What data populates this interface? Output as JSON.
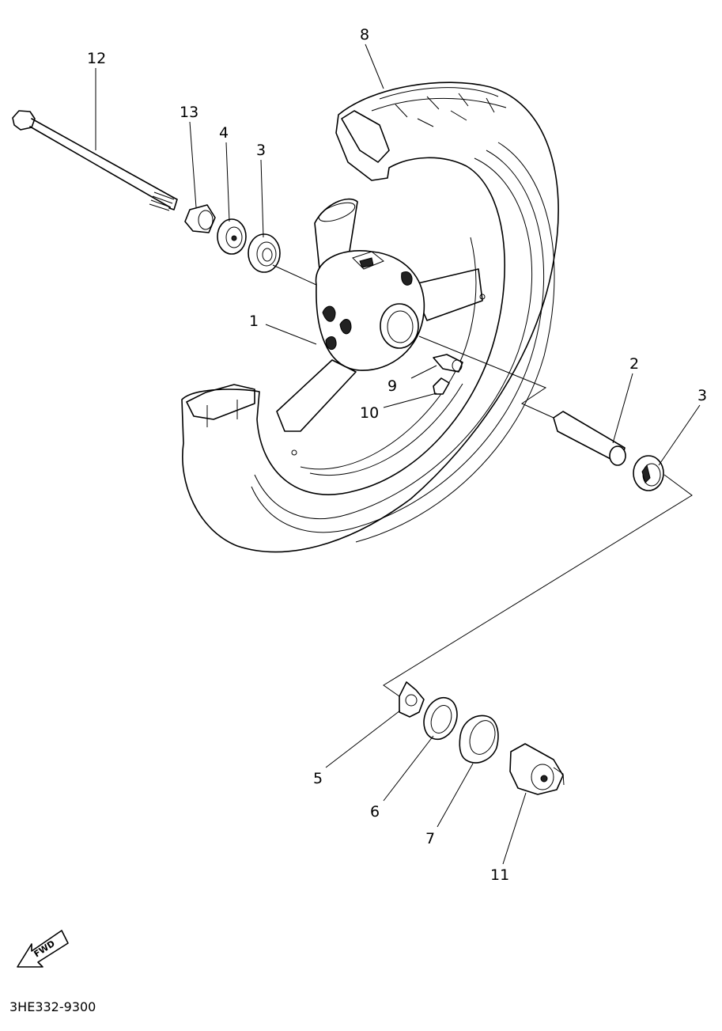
{
  "diagram_code": "3HE332-9300",
  "fwd_label": "FWD",
  "callouts": {
    "c1": "1",
    "c2": "2",
    "c3a": "3",
    "c3b": "3",
    "c4": "4",
    "c5": "5",
    "c6": "6",
    "c7": "7",
    "c8": "8",
    "c9": "9",
    "c10": "10",
    "c11": "11",
    "c12": "12",
    "c13": "13"
  }
}
